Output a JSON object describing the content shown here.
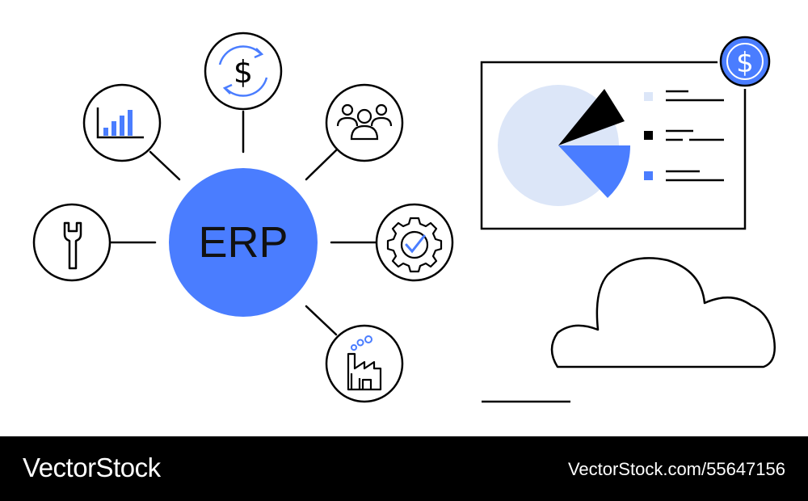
{
  "diagram": {
    "center_label": "ERP",
    "colors": {
      "accent": "#4A7DFF",
      "light": "#DCE6F8",
      "stroke": "#000000"
    },
    "icons": [
      "wrench-icon",
      "bar-chart-icon",
      "dollar-cycle-icon",
      "team-icon",
      "gear-check-icon",
      "factory-icon"
    ]
  },
  "presentation": {
    "chart_data": {
      "type": "pie",
      "series_colors": [
        "#DCE6F8",
        "#000000",
        "#4A7DFF"
      ]
    },
    "badge_icon": "dollar-icon"
  },
  "footer": {
    "brand": "VectorStock",
    "url": "VectorStock.com/55647156"
  }
}
